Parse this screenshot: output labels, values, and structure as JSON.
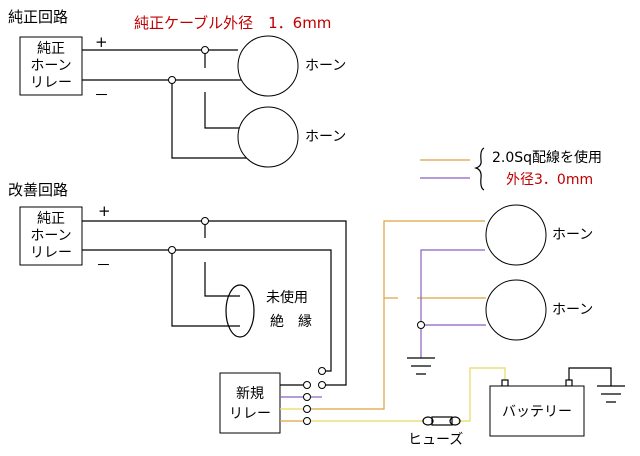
{
  "top": {
    "title": "純正回路",
    "note": "純正ケーブル外径　1．6mm",
    "relay": [
      "純正",
      "ホーン",
      "リレー"
    ],
    "plus": "+",
    "minus": "－",
    "horn1": "ホーン",
    "horn2": "ホーン"
  },
  "legend": {
    "line1": "2.0Sq配線を使用",
    "line2": "外径3．0mm",
    "colors": {
      "orange": "#d9a441",
      "purple": "#8a5fc4"
    }
  },
  "bottom": {
    "title": "改善回路",
    "relay": [
      "純正",
      "ホーン",
      "リレー"
    ],
    "plus": "+",
    "minus": "－",
    "unused": [
      "未使用",
      "絶　縁"
    ],
    "new_relay": [
      "新規",
      "リレー"
    ],
    "horn1": "ホーン",
    "horn2": "ホーン",
    "battery": "バッテリー",
    "fuse": "ヒューズ"
  }
}
